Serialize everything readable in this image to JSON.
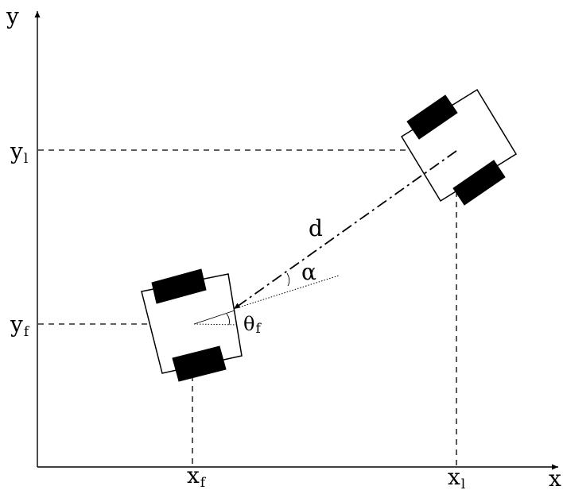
{
  "axes": {
    "x_label": "x",
    "y_label": "y"
  },
  "follower": {
    "x_label_main": "x",
    "x_label_sub": "f",
    "y_label_main": "y",
    "y_label_sub": "f",
    "theta_main": "θ",
    "theta_sub": "f"
  },
  "leader": {
    "x_label_main": "x",
    "x_label_sub": "l",
    "y_label_main": "y",
    "y_label_sub": "l"
  },
  "distance_label": "d",
  "alpha_label": "α"
}
